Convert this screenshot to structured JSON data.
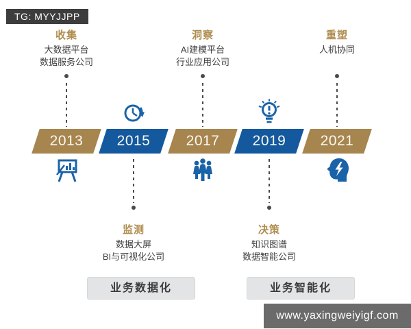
{
  "header": {
    "tag_label": "TG: MYYJJPP"
  },
  "watermark": {
    "url_label": "www.yaxingweiyigf.com"
  },
  "colors": {
    "banner_gold": "#a6854e",
    "banner_blue": "#14599e",
    "title_gold": "#b08d4f",
    "body_text": "#3f3f3f",
    "connector": "#4a4a4a",
    "icon_blue": "#1b63a8",
    "tag_bg": "#3d3d3d",
    "watermark_bg": "#6b6b6b",
    "pill_bg": "#e3e4e6"
  },
  "timeline": {
    "milestones": [
      {
        "year": "2013",
        "banner": "gold",
        "text_side": "top",
        "title": "收集",
        "lines": [
          "大数据平台",
          "数据服务公司"
        ],
        "icon": "easel-chart-icon"
      },
      {
        "year": "2015",
        "banner": "blue",
        "text_side": "bottom",
        "title": "监测",
        "lines": [
          "数据大屏",
          "BI与可视化公司"
        ],
        "icon": "clock-history-icon"
      },
      {
        "year": "2017",
        "banner": "gold",
        "text_side": "top",
        "title": "洞察",
        "lines": [
          "AI建模平台",
          "行业应用公司"
        ],
        "icon": "people-group-icon"
      },
      {
        "year": "2019",
        "banner": "blue",
        "text_side": "bottom",
        "title": "决策",
        "lines": [
          "知识图谱",
          "数据智能公司"
        ],
        "icon": "lightbulb-exclamation-icon"
      },
      {
        "year": "2021",
        "banner": "gold",
        "text_side": "top",
        "title": "重塑",
        "lines": [
          "人机协同"
        ],
        "icon": "head-lightning-icon"
      }
    ],
    "phases": [
      {
        "label": "业务数据化"
      },
      {
        "label": "业务智能化"
      }
    ]
  }
}
